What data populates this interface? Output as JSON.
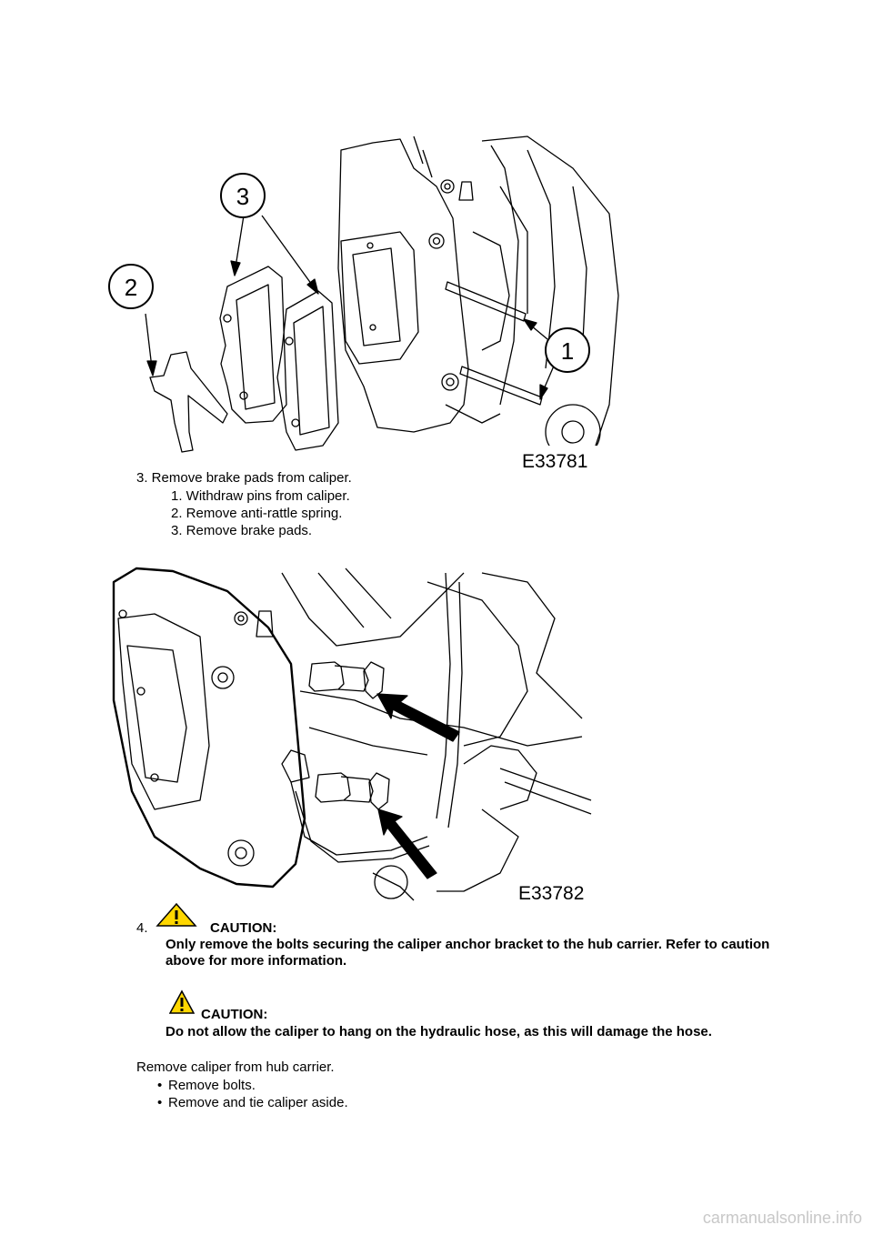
{
  "figure1": {
    "code": "E33781",
    "callouts": [
      "1",
      "2",
      "3"
    ]
  },
  "step3": {
    "text": "3. Remove brake pads from caliper.",
    "substeps": [
      "1. Withdraw pins from caliper.",
      "2. Remove anti-rattle spring.",
      "3. Remove brake pads."
    ]
  },
  "figure2": {
    "code": "E33782"
  },
  "step4": {
    "number": "4.",
    "caution1": {
      "label": "CAUTION:",
      "line1": "Only remove the bolts securing the caliper anchor bracket to the hub carrier. Refer to caution",
      "line2": "above for more information."
    },
    "caution2": {
      "label": "CAUTION:",
      "text": "Do not allow the caliper to hang on the hydraulic hose, as this will damage the hose."
    },
    "instruction": "Remove caliper from hub carrier.",
    "bullets": [
      "Remove bolts.",
      "Remove and tie caliper aside."
    ]
  },
  "watermark": "carmanualsonline.info"
}
